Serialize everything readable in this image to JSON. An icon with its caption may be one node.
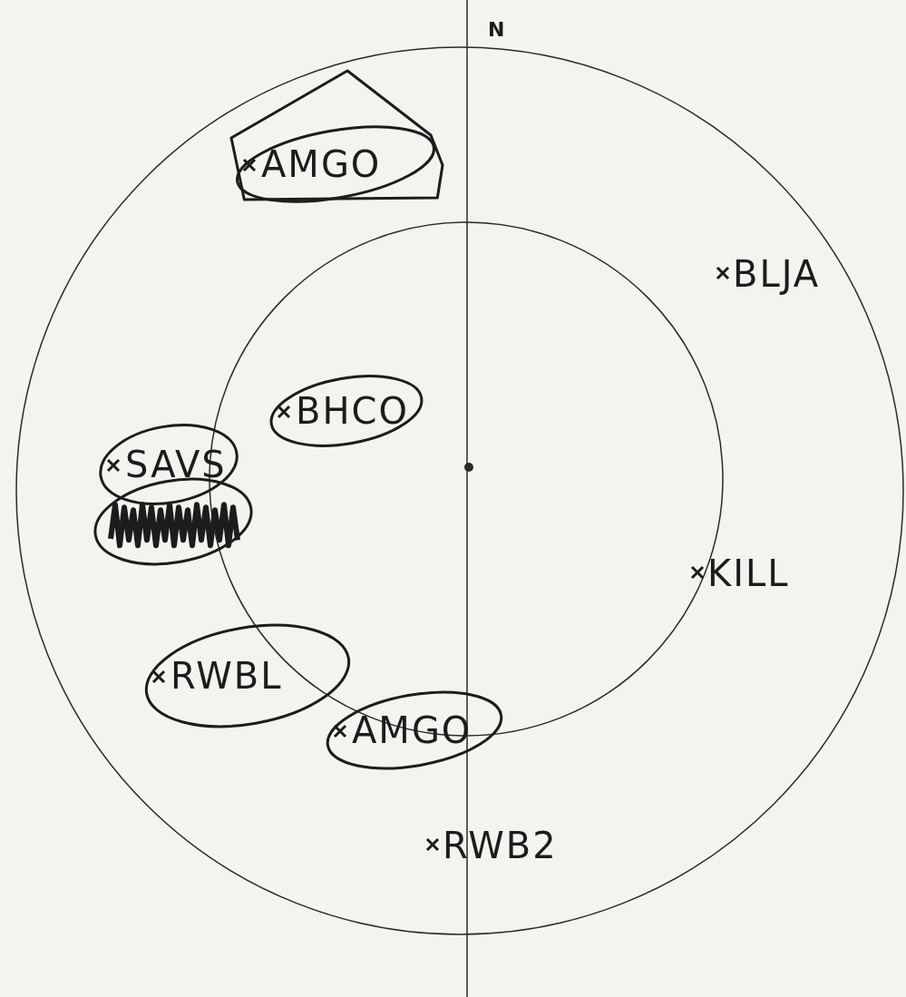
{
  "diagram": {
    "nodes": [
      {
        "text": [],
        "shape": "pentagon"
      },
      {
        "text": [
          "AMGO"
        ],
        "in": 0
      },
      {
        "text": [
          "BHCO"
        ]
      },
      {
        "text": [
          "SAVS"
        ]
      },
      {
        "text": [],
        "shape": "ellipse"
      },
      {
        "text": [
          "RWBL"
        ]
      },
      {
        "text": [
          "AMGO"
        ]
      }
    ],
    "labels": [
      "N",
      "BLJA",
      "KILL",
      "RWB2"
    ]
  }
}
